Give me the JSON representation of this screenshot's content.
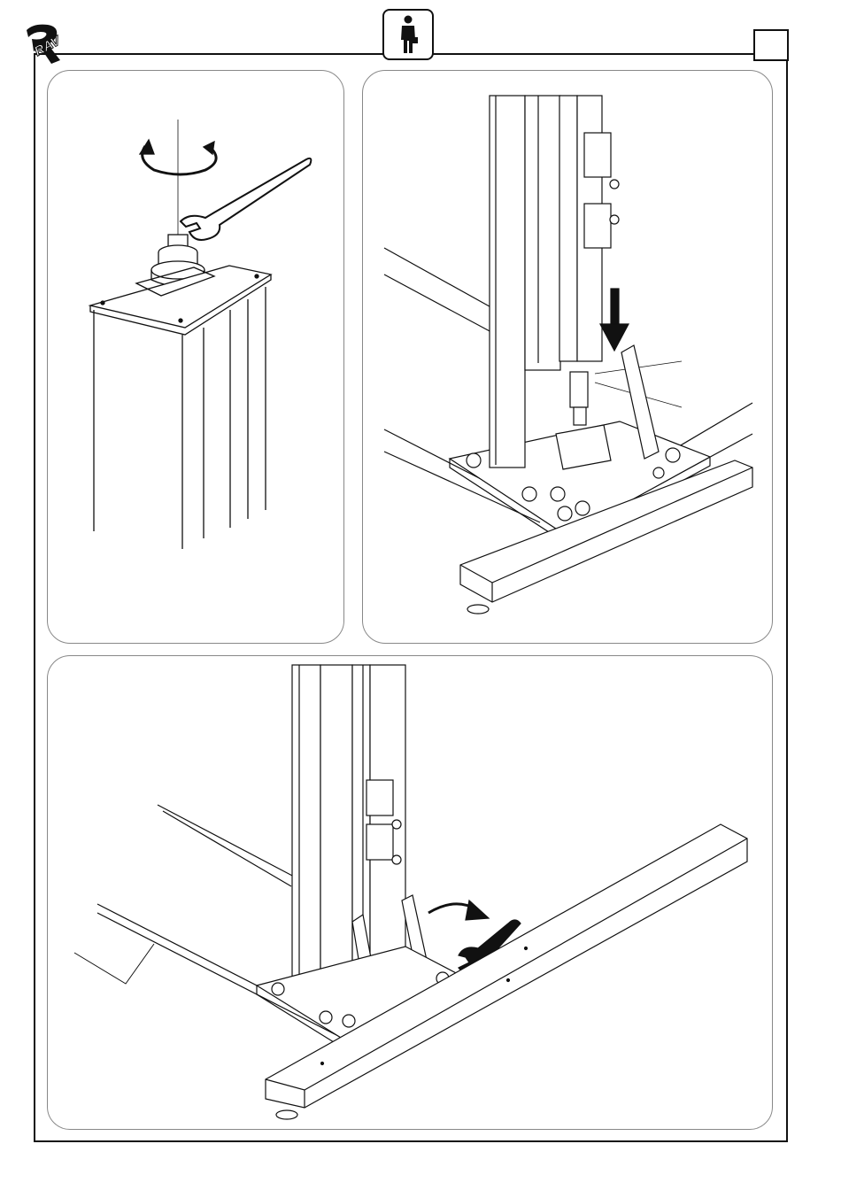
{
  "header": {
    "logo_text": "RAV",
    "operator_icon": "person-with-case-icon",
    "page_number": ""
  },
  "panels": [
    {
      "id": "nut-tightening",
      "icons": [
        "rotation-arrow-icon",
        "wrench-icon",
        "nut-icon",
        "column-top-plate"
      ]
    },
    {
      "id": "cylinder-insertion",
      "icons": [
        "down-arrow-icon",
        "hydraulic-cylinder",
        "column-base-plate",
        "anchor-bolt-icon"
      ]
    },
    {
      "id": "base-bolt-tightening",
      "icons": [
        "curved-arrow-icon",
        "wrench-icon",
        "column-base-plate",
        "cross-beam"
      ]
    }
  ],
  "colors": {
    "line": "#111111",
    "panel_border": "#888888",
    "background": "#ffffff"
  }
}
